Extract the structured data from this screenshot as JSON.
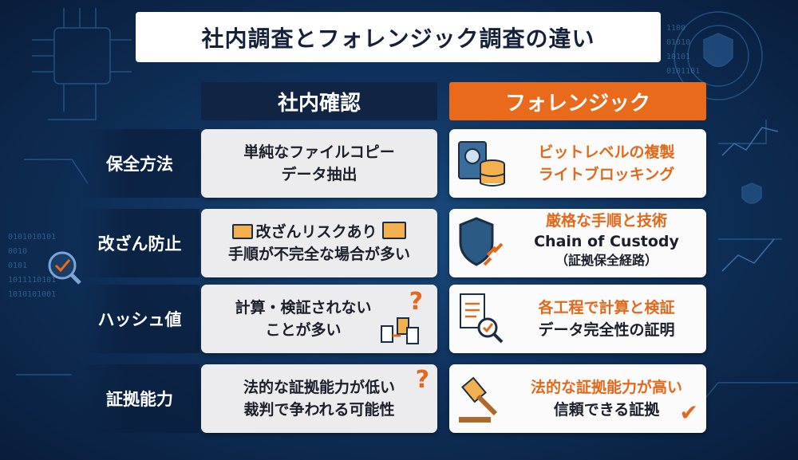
{
  "title": "社内調査とフォレンジック調査の違い",
  "headers": {
    "internal": "社内確認",
    "forensic": "フォレンジック"
  },
  "rows": [
    {
      "label": "保全方法",
      "internal": [
        "単純なファイルコピー",
        "データ抽出"
      ],
      "forensic": [
        "ビットレベルの複製",
        "ライトブロッキング"
      ]
    },
    {
      "label": "改ざん防止",
      "internal": [
        "改ざんリスクあり",
        "手順が不完全な場合が多い"
      ],
      "forensic": [
        "厳格な手順と技術",
        "Chain of Custody",
        "（証拠保全経路）"
      ]
    },
    {
      "label": "ハッシュ値",
      "internal": [
        "計算・検証されない",
        "ことが多い"
      ],
      "forensic": [
        "各工程で計算と検証",
        "データ完全性の証明"
      ]
    },
    {
      "label": "証拠能力",
      "internal": [
        "法的な証拠能力が低い",
        "裁判で争われる可能性"
      ],
      "forensic": [
        "法的な証拠能力が高い",
        "信頼できる証拠"
      ]
    }
  ],
  "decor": {
    "binary": [
      "0101010101",
      "0010",
      "0101",
      "1011110101",
      "1010101001"
    ],
    "binary_right": [
      "1100",
      "01010",
      "10101",
      "0101101"
    ],
    "question_mark": "?",
    "check_mark": "✔"
  },
  "colors": {
    "accent": "#ea6a1c",
    "navy": "#102544"
  }
}
